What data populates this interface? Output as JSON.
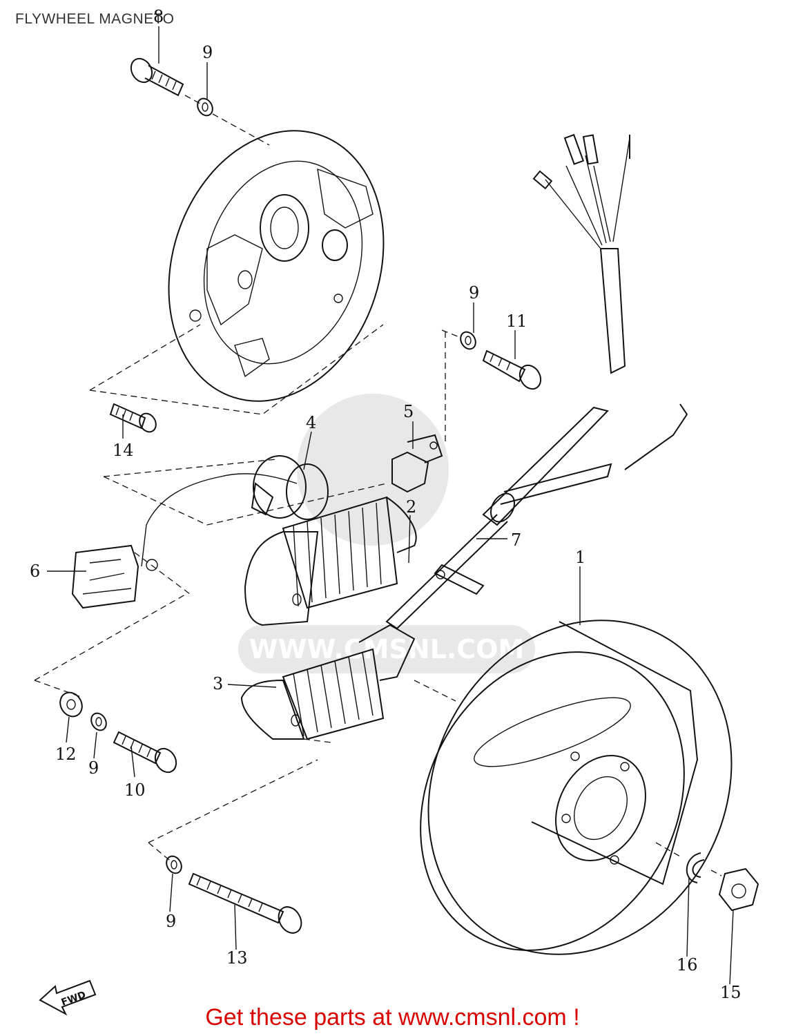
{
  "header": {
    "title": "FLYWHEEL MAGNETO"
  },
  "footer": {
    "text": "Get these parts at www.cmsnl.com !"
  },
  "watermark": {
    "text": "WWW.CMSNL.COM",
    "color": "#d6d6d6"
  },
  "accent_color": "#d90000",
  "callouts": {
    "c1": "1",
    "c2": "2",
    "c3": "3",
    "c4": "4",
    "c5": "5",
    "c6": "6",
    "c7": "7",
    "c8": "8",
    "c9a": "9",
    "c9b": "9",
    "c9c": "9",
    "c9d": "9",
    "c10": "10",
    "c11": "11",
    "c12": "12",
    "c13": "13",
    "c14": "14",
    "c15": "15",
    "c16": "16"
  },
  "fwd_label": "FWD"
}
